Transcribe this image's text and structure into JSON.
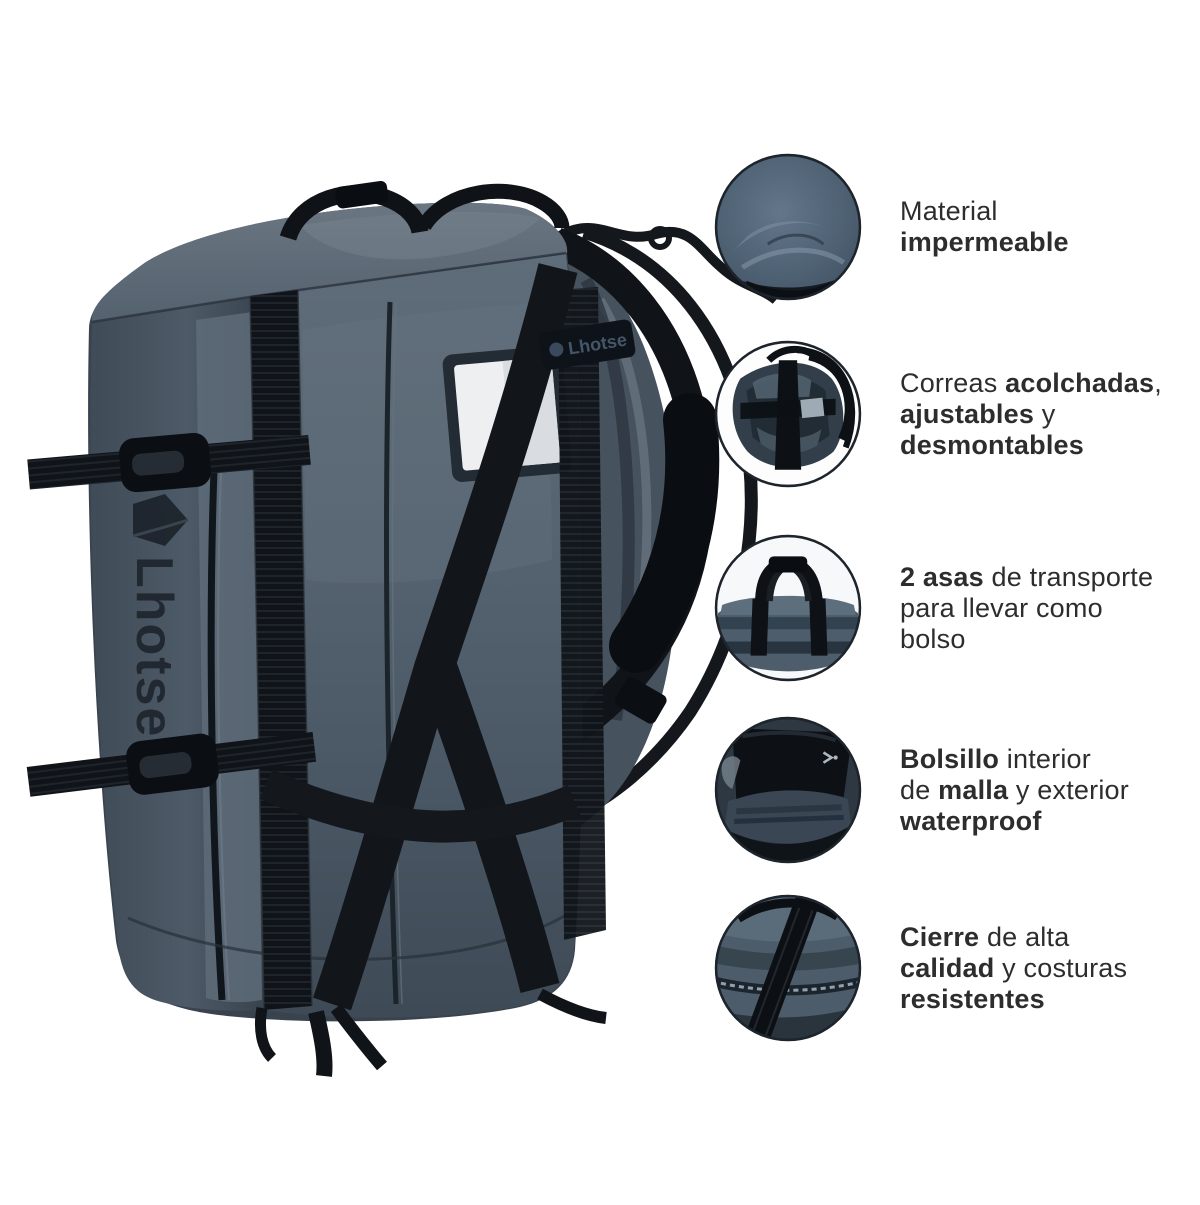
{
  "page": {
    "background": "#ffffff",
    "description_language": "es"
  },
  "colors": {
    "bg": "#ffffff",
    "text": "#2d2d2d",
    "bag_gray": "#52606e",
    "bag_gray_dark": "#3e4a56",
    "strap_black": "#12161b",
    "window_white": "#edeff1",
    "ring_dark": "#1d242b"
  },
  "bag": {
    "side_brand": "Lhotse",
    "strap_label": "Lhotse"
  },
  "features": [
    {
      "icon": "waterproof-material-photo",
      "lines": [
        [
          {
            "t": "Material",
            "b": false
          }
        ],
        [
          {
            "t": "impermeable",
            "b": true
          }
        ]
      ]
    },
    {
      "icon": "padded-straps-photo",
      "lines": [
        [
          {
            "t": "Correas ",
            "b": false
          },
          {
            "t": "acolchadas",
            "b": true
          },
          {
            "t": ",",
            "b": false
          }
        ],
        [
          {
            "t": "ajustables",
            "b": true
          },
          {
            "t": " y",
            "b": false
          }
        ],
        [
          {
            "t": "desmontables",
            "b": true
          }
        ]
      ]
    },
    {
      "icon": "carry-handles-photo",
      "lines": [
        [
          {
            "t": "2 asas",
            "b": true
          },
          {
            "t": " de transporte",
            "b": false
          }
        ],
        [
          {
            "t": "para llevar como",
            "b": false
          }
        ],
        [
          {
            "t": "bolso",
            "b": false
          }
        ]
      ]
    },
    {
      "icon": "pocket-photo",
      "lines": [
        [
          {
            "t": "Bolsillo",
            "b": true
          },
          {
            "t": " interior",
            "b": false
          }
        ],
        [
          {
            "t": "de ",
            "b": false
          },
          {
            "t": "malla",
            "b": true
          },
          {
            "t": " y exterior",
            "b": false
          }
        ],
        [
          {
            "t": "waterproof",
            "b": true
          }
        ]
      ]
    },
    {
      "icon": "zipper-photo",
      "lines": [
        [
          {
            "t": "Cierre",
            "b": true
          },
          {
            "t": " de alta",
            "b": false
          }
        ],
        [
          {
            "t": "calidad",
            "b": true
          },
          {
            "t": " y costuras",
            "b": false
          }
        ],
        [
          {
            "t": "resistentes",
            "b": true
          }
        ]
      ]
    }
  ]
}
